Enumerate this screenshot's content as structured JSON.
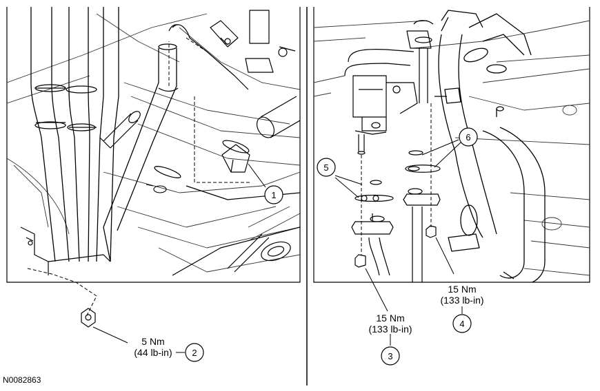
{
  "figure_code": "N0082863",
  "torque_labels": {
    "t2": {
      "value": "5 Nm",
      "imperial": "(44 lb-in)"
    },
    "t3": {
      "value": "15 Nm",
      "imperial": "(133 lb-in)"
    },
    "t4": {
      "value": "15 Nm",
      "imperial": "(133 lb-in)"
    }
  },
  "callouts": [
    "1",
    "2",
    "3",
    "4",
    "5",
    "6"
  ],
  "colors": {
    "line": "#000000",
    "background": "#ffffff",
    "faint": "#555555"
  }
}
